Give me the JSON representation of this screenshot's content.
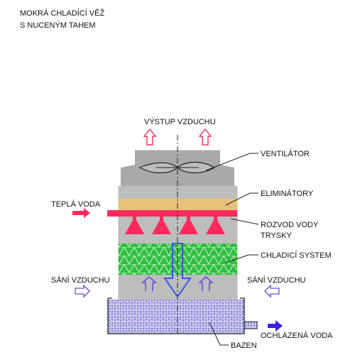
{
  "title": {
    "line1": "MOKRÁ CHLADÍCÍ VĚŽ",
    "line2": "S NUCENÝM TAHEM"
  },
  "labels": {
    "air_outlet": "VÝSTUP VZDUCHU",
    "fan": "VENTILÁTOR",
    "eliminators": "ELIMINÁTORY",
    "warm_water": "TEPLÁ VODA",
    "water_distribution_line1": "ROZVOD VODY",
    "water_distribution_line2": "TRYSKY",
    "cooling_system": "CHLADICÍ SYSTEM",
    "air_intake_left": "SÁNÍ VZDUCHU",
    "air_intake_right": "SÁNÍ VZDUCHU",
    "cooled_water": "OCHLAZENÁ VODA",
    "basin": "BAZEN"
  },
  "colors": {
    "tower_body": "#bdbdbd",
    "fan_housing": "#a9a9a9",
    "eliminator": "#e8c27a",
    "water_hot": "#ff2a5c",
    "cooling_fill": "#2fbf3f",
    "basin_water": "#c9c8ef",
    "air_arrow": "#6a4bd8",
    "cooled_water_arrow": "#3b1fe0",
    "outline": "#222222"
  }
}
